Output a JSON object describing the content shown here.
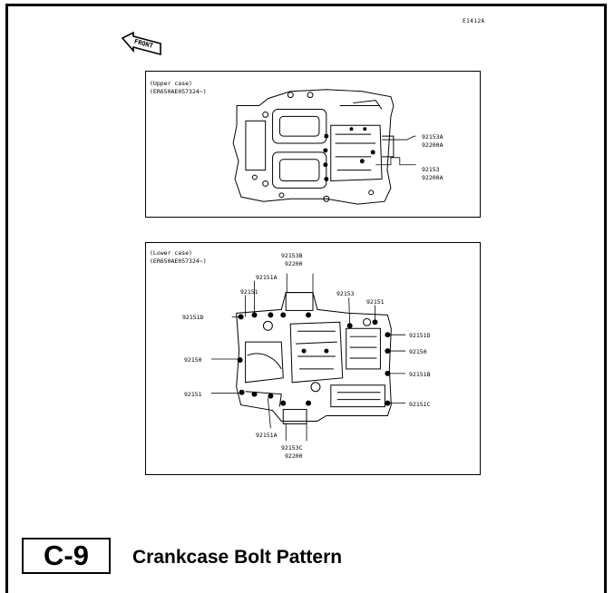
{
  "page": {
    "code": "E1412A",
    "front_label": "FRONT",
    "section_number": "C-9",
    "section_title": "Crankcase Bolt Pattern"
  },
  "upper_case": {
    "caption_line1": "(Upper case)",
    "caption_line2": "(ER650AE057324~)",
    "labels": [
      "92153A",
      "92200A",
      "92153",
      "92200A"
    ]
  },
  "lower_case": {
    "caption_line1": "(Lower case)",
    "caption_line2": "(ER650AE057324~)",
    "labels": {
      "top_center_a": "92153B",
      "top_center_b": "92200",
      "top_left_a": "92151A",
      "top_left_b": "92151",
      "left_upper": "92151D",
      "left_middle": "92150",
      "left_lower": "92151",
      "top_right_a": "92153",
      "top_right_b": "92151",
      "right_1": "92151D",
      "right_2": "92150",
      "right_3": "92151B",
      "right_4": "92151C",
      "bottom_a": "92151A",
      "bottom_b": "92153C",
      "bottom_c": "92200"
    }
  }
}
